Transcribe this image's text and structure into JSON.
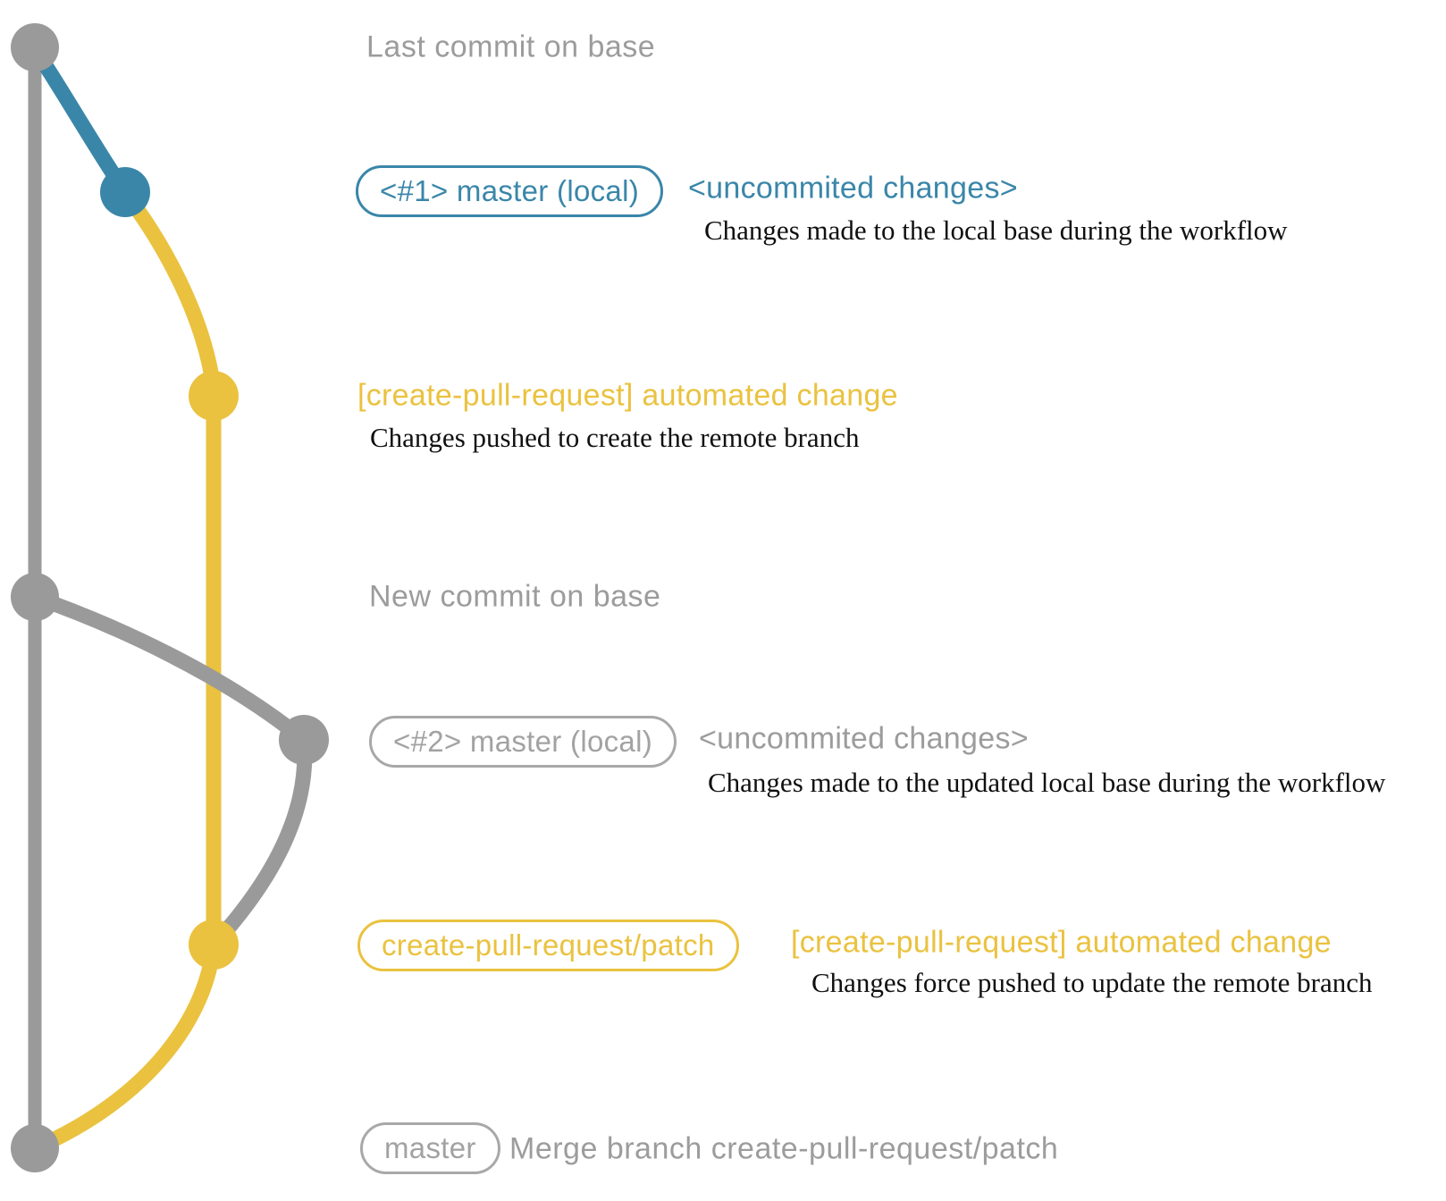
{
  "colors": {
    "blue": "#3A86A9",
    "yellow": "#EAC23F",
    "graph_gray": "#9A9A9A",
    "text_gray": "#9C9C9C",
    "pill_gray": "#A2A2A2",
    "caption_black": "#101010"
  },
  "graph": {
    "base_label_1": "Last commit on base",
    "base_label_2": "New commit on base"
  },
  "commits": {
    "local1": {
      "pill": "<#1> master (local)",
      "note": "<uncommited changes>",
      "caption": "Changes made to the local base during the workflow"
    },
    "push1": {
      "note": "[create-pull-request] automated change",
      "caption": "Changes pushed to create the remote branch"
    },
    "local2": {
      "pill": "<#2> master (local)",
      "note": "<uncommited changes>",
      "caption": "Changes made to the updated local base during the workflow"
    },
    "push2": {
      "pill": "create-pull-request/patch",
      "note": "[create-pull-request] automated change",
      "caption": "Changes force pushed to update the remote branch"
    },
    "merge": {
      "pill": "master",
      "caption": "Merge branch create-pull-request/patch"
    }
  }
}
